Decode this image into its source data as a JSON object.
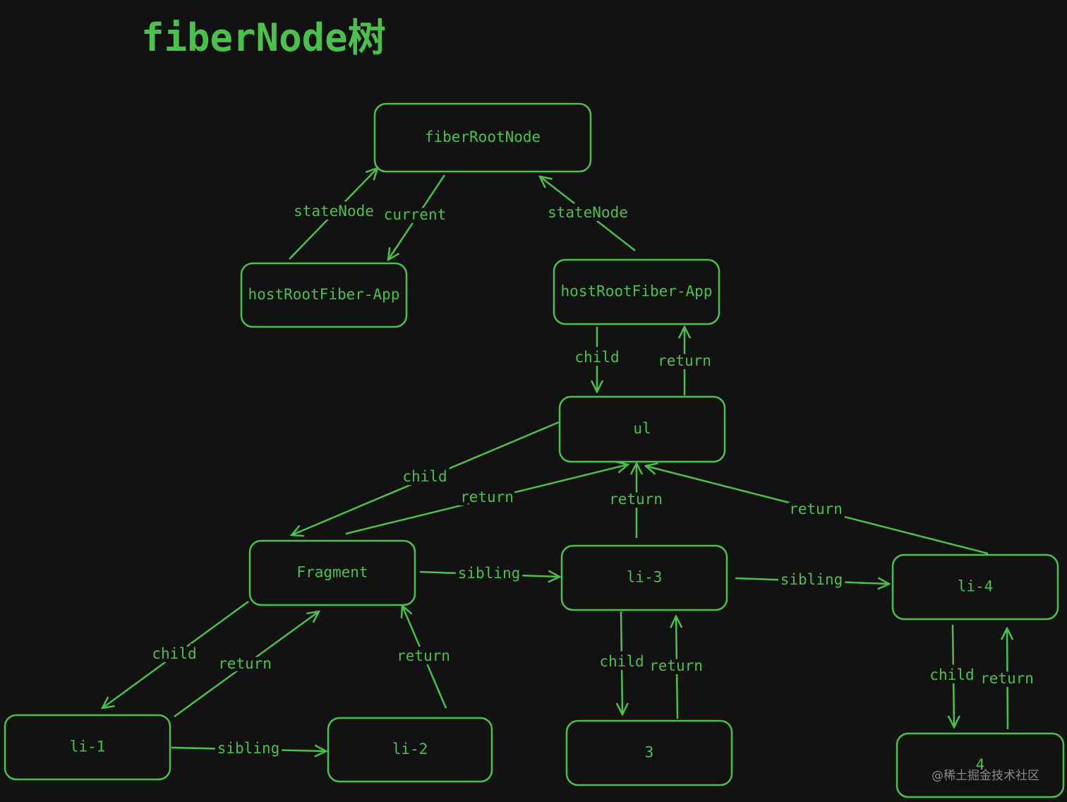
{
  "title": "fiberNode树",
  "colors": {
    "background": "#121212",
    "stroke": "#4cc04c"
  },
  "nodes": {
    "fiberRootNode": "fiberRootNode",
    "hostRootFiberOld": "hostRootFiber-App",
    "hostRootFiberNew": "hostRootFiber-App",
    "ul": "ul",
    "fragment": "Fragment",
    "li1": "li-1",
    "li2": "li-2",
    "li3": "li-3",
    "li4": "li-4",
    "text3": "3",
    "text4": "4"
  },
  "edges": [
    {
      "label": "stateNode"
    },
    {
      "label": "current"
    },
    {
      "label": "stateNode"
    },
    {
      "label": "child"
    },
    {
      "label": "return"
    },
    {
      "label": "child"
    },
    {
      "label": "return"
    },
    {
      "label": "return"
    },
    {
      "label": "return"
    },
    {
      "label": "sibling"
    },
    {
      "label": "sibling"
    },
    {
      "label": "child"
    },
    {
      "label": "return"
    },
    {
      "label": "return"
    },
    {
      "label": "sibling"
    },
    {
      "label": "child"
    },
    {
      "label": "return"
    },
    {
      "label": "child"
    },
    {
      "label": "return"
    }
  ],
  "watermark": "@稀土掘金技术社区"
}
